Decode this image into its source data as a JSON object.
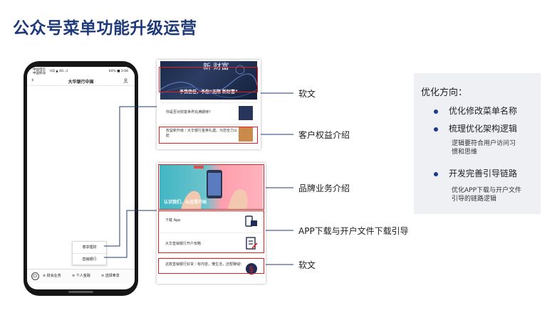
{
  "slide": {
    "title": "公众号菜单功能升级运营"
  },
  "phone": {
    "status_left_1": "中国电信",
    "status_left_2": "中国移动",
    "status_signal": "HD ▲ 4G .ıl",
    "status_right": "64% ■ 3:06",
    "nav_title": "大华银行中国",
    "popup": [
      "尊享理财",
      "直销银行"
    ],
    "menu": [
      "财会业务",
      "个人金融",
      "选择奉享"
    ]
  },
  "card1": {
    "banner_calli": "新 财富",
    "banner_slogan": "予我信任，予你“无限 新财富”",
    "row1_text": "你是否对财富世界充满期待?",
    "row2_text": "权益新升级｜大华银行金英礼遇，为您全力以赴"
  },
  "card2": {
    "banner_slogan": "认识我们，从这里开始",
    "row1_text": "下载 App",
    "row2_text": "大华直销银行开户攻略",
    "row3_text": "这款直销银行好货｜有内容，懂生活，还帮赚钱!"
  },
  "labels": {
    "l1": "软文",
    "l2": "客户权益介绍",
    "l3": "品牌业务介绍",
    "l4": "APP下载与开户文件下载引导",
    "l5": "软文"
  },
  "panel": {
    "title": "优化方向：",
    "points": [
      {
        "text": "优化修改菜单名称"
      },
      {
        "text": "梳理优化架构逻辑",
        "sub": [
          "逻辑要符合用户访问习",
          "惯和思维"
        ]
      },
      {
        "text": "开发完善引导链路",
        "sub": [
          "优化APP下载与开户文件",
          "引导的链路逻辑"
        ]
      }
    ]
  },
  "colors": {
    "title": "#1f3a7a",
    "highlight": "#e02020",
    "bullet": "#1f3a8a",
    "panel_bg": "#eef0f4",
    "connector": "#1f3a7a"
  }
}
